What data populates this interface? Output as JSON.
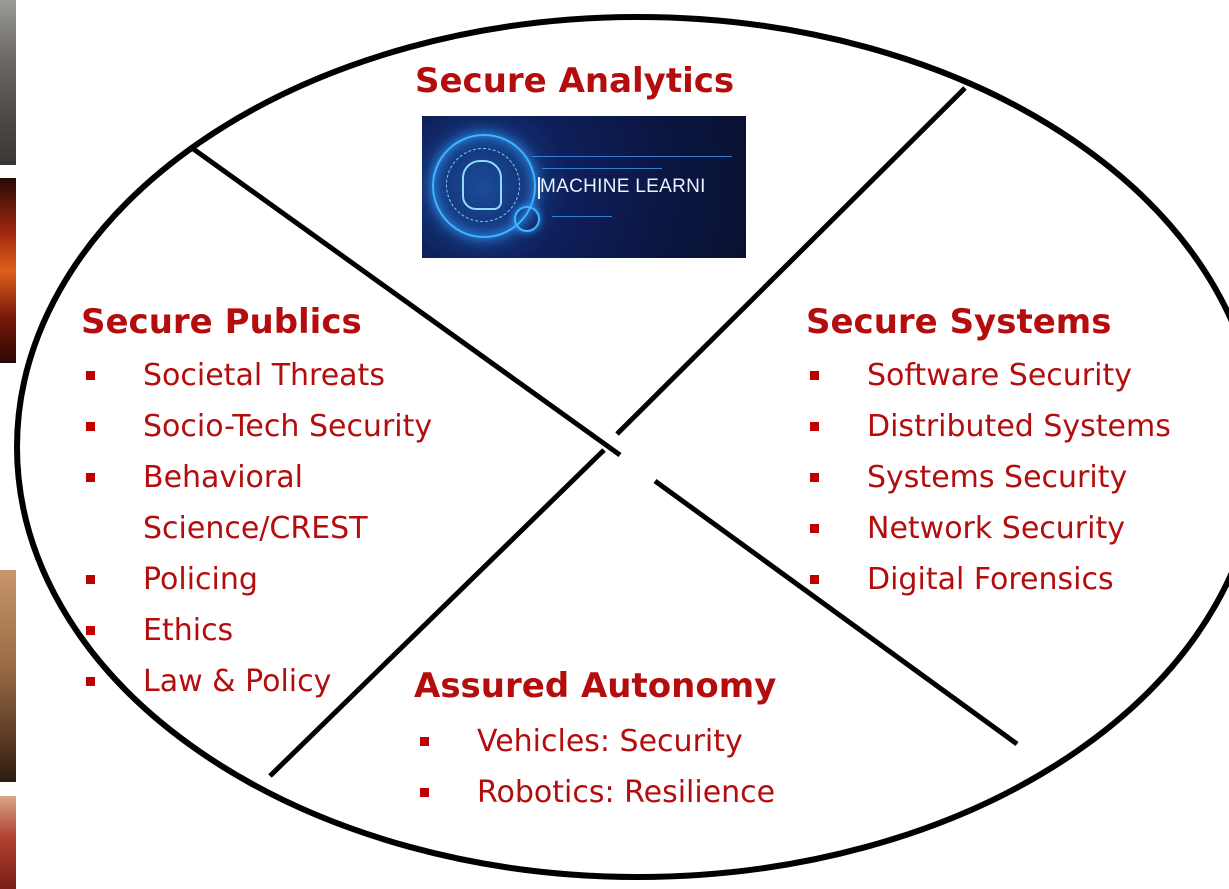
{
  "diagram": {
    "top_section": {
      "title": "Secure Analytics",
      "image_text": "MACHINE LEARNI"
    },
    "left_section": {
      "title": "Secure Publics",
      "items": [
        {
          "label": "Societal Threats"
        },
        {
          "label": "Socio-Tech Security"
        },
        {
          "label": "Behavioral",
          "label_cont": "Science/CREST"
        },
        {
          "label": "Policing"
        },
        {
          "label": "Ethics"
        },
        {
          "label": "Law & Policy"
        }
      ]
    },
    "right_section": {
      "title": "Secure Systems",
      "items": [
        {
          "label": "Software Security"
        },
        {
          "label": "Distributed Systems"
        },
        {
          "label": "Systems Security"
        },
        {
          "label": "Network Security"
        },
        {
          "label": "Digital Forensics"
        }
      ]
    },
    "bottom_section": {
      "title": "Assured Autonomy",
      "items": [
        {
          "label": "Vehicles: Security"
        },
        {
          "label": "Robotics: Resilience"
        }
      ]
    },
    "colors": {
      "text": "#b30d0d",
      "bullet": "#c00000",
      "outline": "#000000"
    }
  }
}
